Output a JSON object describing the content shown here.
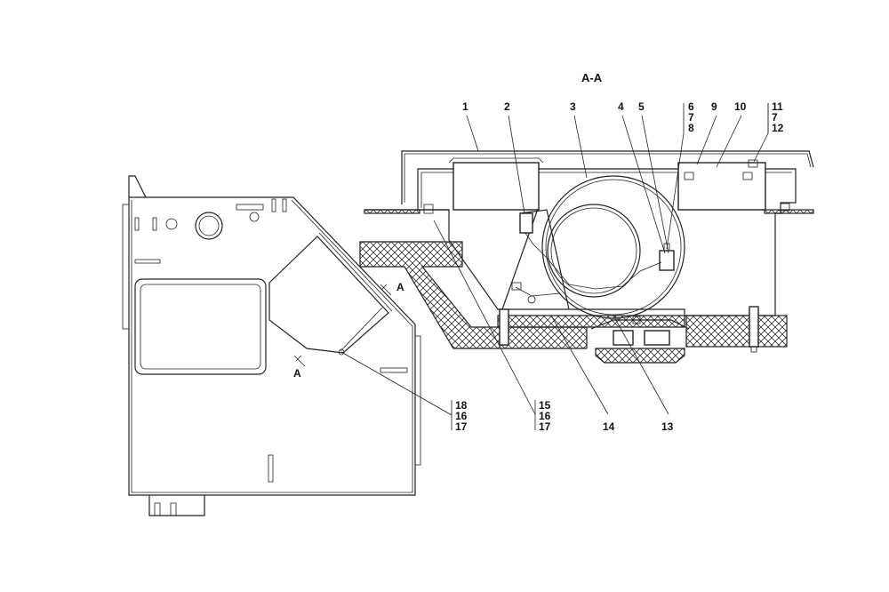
{
  "section_title": "A-A",
  "section_mark": "A",
  "callouts": {
    "c1": "1",
    "c2": "2",
    "c3": "3",
    "c4": "4",
    "c5": "5",
    "c6": "6",
    "c6b": "7",
    "c6c": "8",
    "c9": "9",
    "c10": "10",
    "c11": "11",
    "c11b": "7",
    "c11c": "12",
    "c13": "13",
    "c14": "14",
    "c15": "15",
    "c15b": "16",
    "c15c": "17",
    "c18": "18",
    "c18b": "16",
    "c18c": "17"
  }
}
